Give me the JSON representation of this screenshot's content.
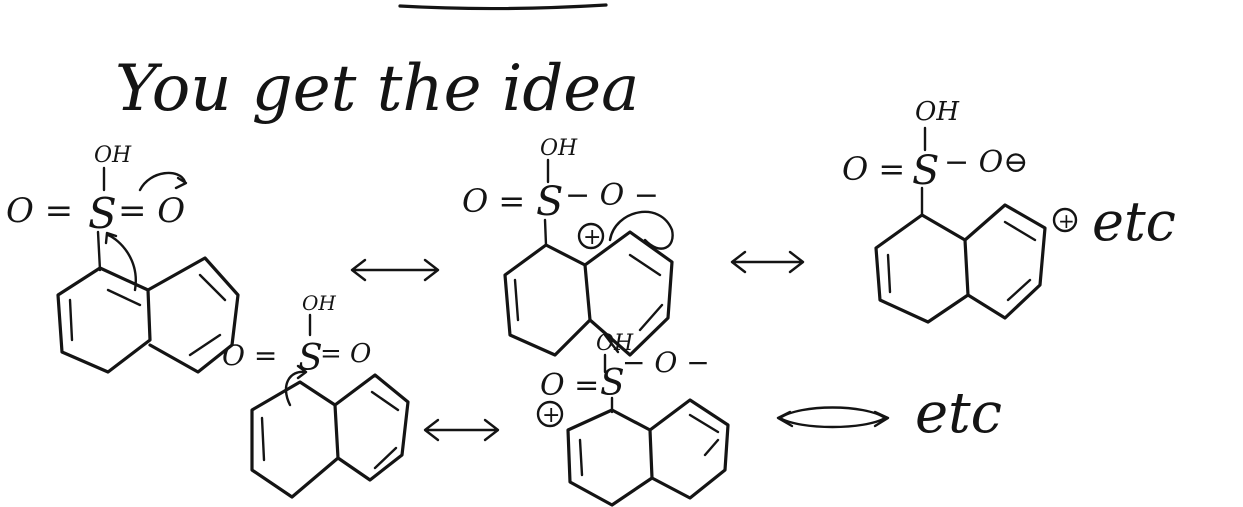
{
  "heading": "You get the idea",
  "labels": {
    "oh": "OH",
    "o_double": "O =",
    "o_minus": "O −",
    "o_anion": "O⊖",
    "plus": "+",
    "etc": "etc"
  },
  "structures": [
    {
      "id": "s1",
      "oh": "OH",
      "left": "O =",
      "right": "= O"
    },
    {
      "id": "s2",
      "oh": "OH",
      "left": "O =",
      "right": "− O −"
    },
    {
      "id": "s3",
      "oh": "OH",
      "left": "O =",
      "right": "− O⊖"
    },
    {
      "id": "s4",
      "oh": "OH",
      "left": "O =",
      "right": "= O"
    },
    {
      "id": "s5",
      "oh": "OH",
      "left": "O =",
      "right": "− O −"
    }
  ],
  "etc_labels": [
    "etc",
    "etc"
  ]
}
